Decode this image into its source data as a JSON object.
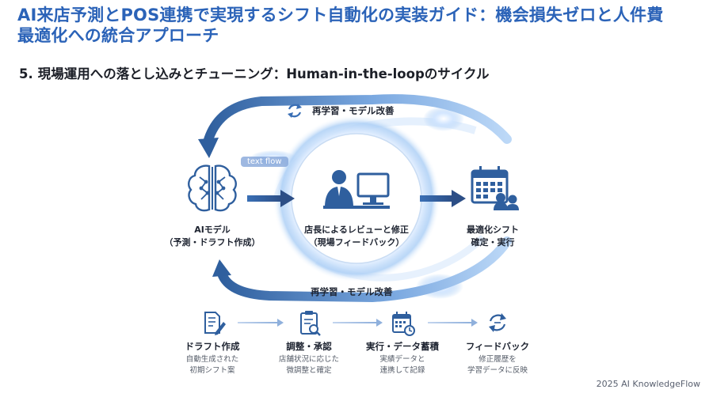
{
  "title_line1": "AI来店予測とPOS連携で実現するシフト自動化の実装ガイド：機会損失ゼロと人件費",
  "title_line2": "最適化への統合アプローチ",
  "section_number": "5.",
  "section_title": "現場運用への落とし込みとチューニング：Human-in-the-loopのサイクル",
  "flow_tag": "text flow",
  "cycle_top_label": "再学習・モデル改善",
  "cycle_bottom_label": "再学習・モデル改善",
  "nodes": {
    "ai_model": {
      "line1": "AIモデル",
      "line2": "（予測・ドラフト作成）",
      "icon": "brain-icon"
    },
    "review": {
      "line1": "店長によるレビューと修正",
      "line2": "（現場フィードバック）",
      "icon": "manager-at-computer-icon"
    },
    "shift": {
      "line1": "最適化シフト",
      "line2": "確定・実行",
      "icon": "calendar-staff-icon"
    }
  },
  "steps": [
    {
      "title": "ドラフト作成",
      "desc1": "自動生成された",
      "desc2": "初期シフト案",
      "icon": "document-edit-icon"
    },
    {
      "title": "調整・承認",
      "desc1": "店舗状況に応じた",
      "desc2": "微調整と確定",
      "icon": "clipboard-search-icon"
    },
    {
      "title": "実行・データ蓄積",
      "desc1": "実績データと",
      "desc2": "連携して記録",
      "icon": "calendar-clock-icon"
    },
    {
      "title": "フィードバック",
      "desc1": "修正履歴を",
      "desc2": "学習データに反映",
      "icon": "sync-icon"
    }
  ],
  "footer": "2025 AI KnowledgeFlow",
  "colors": {
    "title": "#2b63b8",
    "accent": "#3a6fb5",
    "accent_dark": "#2c4e86",
    "glow": "#8fbcf0"
  }
}
